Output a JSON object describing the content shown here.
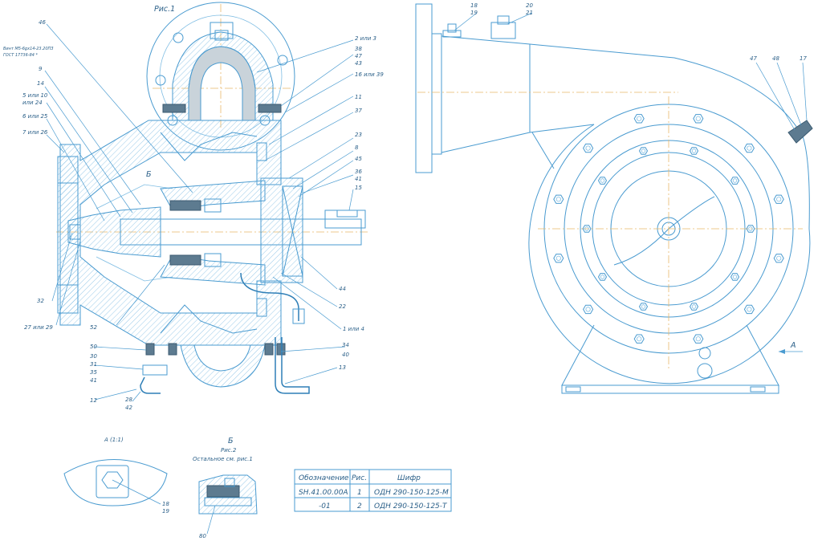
{
  "fig1_title": "Рис.1",
  "left_note": [
    "Винт М5-6gх14-23.20ПЗ",
    "ГОСТ 17736-84 *"
  ],
  "sec_b_mark": "Б",
  "view_a_arrow": "А",
  "callouts": {
    "c46": "46",
    "c9": "9",
    "c14": "14",
    "c5": "5 или 10",
    "c24": "или 24",
    "c6": "6 или 25",
    "c7": "7 или 26",
    "c32": "32",
    "c27": "27 или 29",
    "c52": "52",
    "c50": "50",
    "c30": "30",
    "c31": "31",
    "c35": "35",
    "c41a": "41",
    "c12": "12",
    "c28": "28",
    "c42": "42",
    "c2": "2 или 3",
    "c38": "38",
    "c47a": "47",
    "c43": "43",
    "c16": "16 или 39",
    "c11": "11",
    "c37": "37",
    "c23": "23",
    "c8": "8",
    "c45": "45",
    "c36": "36",
    "c41b": "41",
    "c15": "15",
    "c44": "44",
    "c22": "22",
    "c1": "1 или 4",
    "c34": "34",
    "c40": "40",
    "c13": "13",
    "c18a": "18",
    "c19a": "19",
    "c20": "20",
    "c21": "21",
    "c47b": "47",
    "c48": "48",
    "c17": "17",
    "c18b": "18",
    "c19b": "19",
    "c80": "80"
  },
  "view_a": {
    "title": "А (1:1)"
  },
  "detail_b": {
    "letter": "Б",
    "fig": "Рис.2",
    "note": "Остальное см. рис.1"
  },
  "table": {
    "headers": [
      "Обозначение",
      "Рис.",
      "Шифр"
    ],
    "rows": [
      [
        "SH.41.00.00A",
        "1",
        "ОДН 290-150-125-М"
      ],
      [
        "-01",
        "2",
        "ОДН 290-150-125-Т"
      ]
    ]
  },
  "colors": {
    "line": "#4a9bd0",
    "text": "#2a5f88",
    "axis": "#e8b86a"
  }
}
